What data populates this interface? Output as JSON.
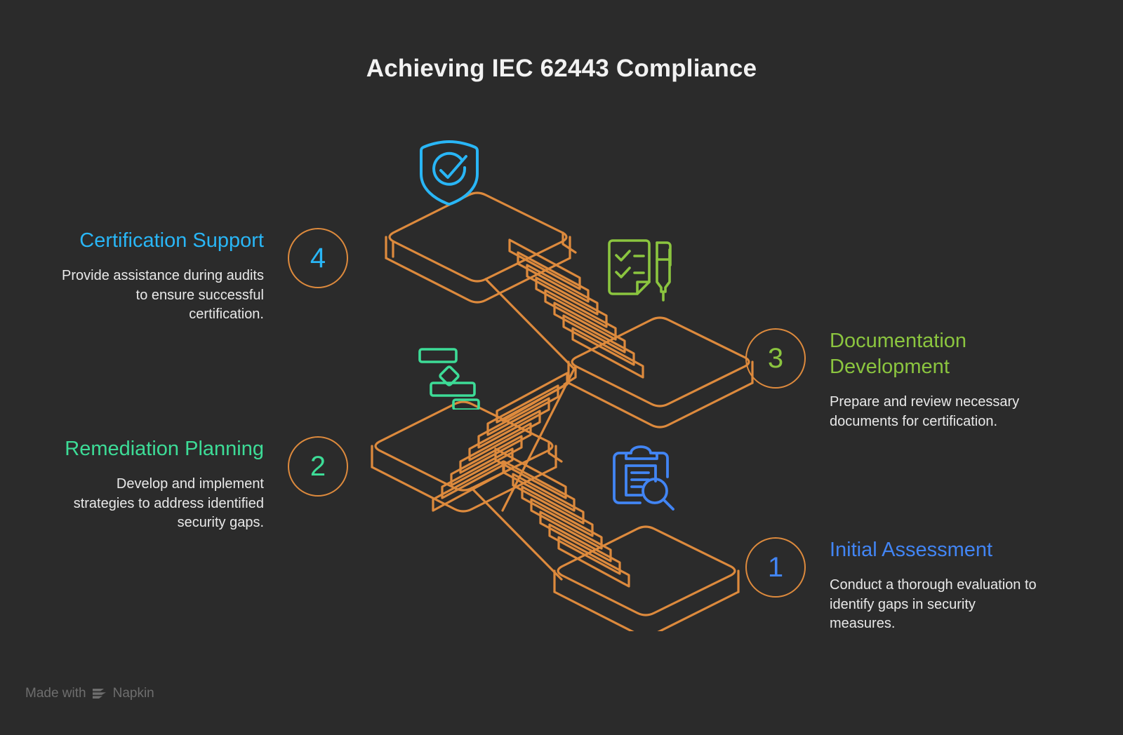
{
  "page": {
    "title": "Achieving IEC 62443 Compliance",
    "background_color": "#2b2b2b",
    "title_color": "#f2f2f2"
  },
  "colors": {
    "orange": "#dd8a3d",
    "cyan": "#29b6f6",
    "mint": "#3ddc97",
    "lime": "#8bc53f",
    "blue": "#4285f4",
    "body_text": "#e9e9e9",
    "footer_text": "#6e6e6e"
  },
  "steps": [
    {
      "number": "1",
      "heading": "Initial Assessment",
      "description": "Conduct a thorough evaluation to identify gaps in security measures.",
      "color": "#4285f4",
      "circle_color": "#dd8a3d",
      "side": "right"
    },
    {
      "number": "2",
      "heading": "Remediation Planning",
      "description": "Develop and implement strategies to address identified security gaps.",
      "color": "#3ddc97",
      "circle_color": "#dd8a3d",
      "side": "left"
    },
    {
      "number": "3",
      "heading": "Documentation Development",
      "description": "Prepare and review necessary documents for certification.",
      "color": "#8bc53f",
      "circle_color": "#dd8a3d",
      "side": "right"
    },
    {
      "number": "4",
      "heading": "Certification Support",
      "description": "Provide assistance during audits to ensure successful certification.",
      "color": "#29b6f6",
      "circle_color": "#dd8a3d",
      "side": "left"
    }
  ],
  "icons": [
    {
      "name": "shield-check-icon",
      "color": "#29b6f6",
      "meaning": "certification support"
    },
    {
      "name": "checklist-pen-icon",
      "color": "#8bc53f",
      "meaning": "documentation development"
    },
    {
      "name": "flowchart-icon",
      "color": "#3ddc97",
      "meaning": "remediation planning"
    },
    {
      "name": "clipboard-search-icon",
      "color": "#4285f4",
      "meaning": "initial assessment"
    }
  ],
  "illustration": {
    "name": "isometric-staircase",
    "stroke_color": "#dd8a3d",
    "platform_count": 4,
    "stair_flight_count": 3
  },
  "footer": {
    "made_with": "Made with",
    "brand": "Napkin"
  }
}
